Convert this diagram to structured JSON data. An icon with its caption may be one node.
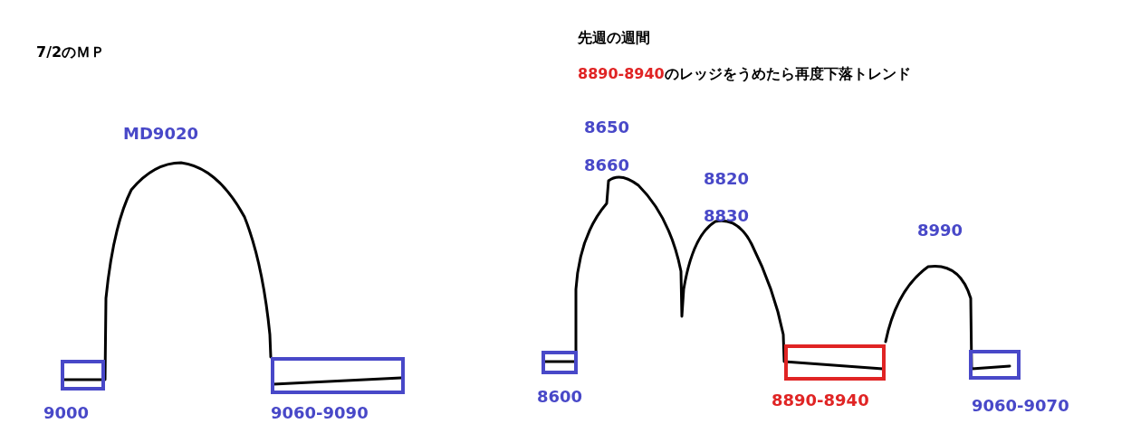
{
  "diagram": {
    "nodes": [
      {
        "text": [
          "9000"
        ]
      },
      {
        "text": [
          "9060-9090"
        ]
      },
      {
        "text": [
          "8600"
        ]
      },
      {
        "text": [
          "8890-8940"
        ]
      },
      {
        "text": [
          "9060-9070"
        ]
      }
    ],
    "labels": [
      "7/2のＭＰ",
      "先週の週間",
      "8890-8940のレッジをうめたら再度下落トレンド",
      "MD9020",
      "8650",
      "8660",
      "8820",
      "8830",
      "8990"
    ]
  }
}
